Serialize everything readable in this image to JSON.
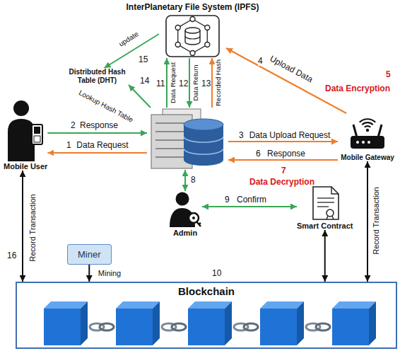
{
  "diagram": {
    "nodes": [
      {
        "text": [
          "InterPlanetary File System (IPFS)"
        ]
      },
      {
        "text": [
          "Distributed Hash Table (DHT)"
        ]
      },
      {
        "text": [
          "Mobile User"
        ]
      },
      {
        "text": [
          "7",
          "Data Decryption"
        ]
      },
      {
        "text": [
          "5",
          "Data Encryption",
          "Mobile Gateway"
        ]
      },
      {
        "text": [
          "Admin"
        ]
      },
      {
        "text": [
          "Smart Contract"
        ]
      },
      {
        "text": [
          "Miner"
        ]
      },
      {
        "text": [
          "Blockchain"
        ]
      }
    ],
    "edges": [
      {
        "from": 3,
        "to": 2,
        "label": "Data Request",
        "arrow": "to"
      },
      {
        "from": 2,
        "to": 3,
        "label": "Response",
        "arrow": "to"
      },
      {
        "from": 3,
        "to": 4,
        "label": "Data Upload Request",
        "arrow": "to"
      },
      {
        "from": 4,
        "to": 0,
        "label": "Upload Data",
        "arrow": "to"
      },
      {
        "from": 4,
        "to": 3,
        "label": "Response",
        "arrow": "to"
      },
      {
        "from": 3,
        "to": 0,
        "label": "Data Request",
        "arrow": "to"
      },
      {
        "from": 0,
        "to": 3,
        "label": "Data Return",
        "arrow": "to"
      },
      {
        "from": 3,
        "to": 0,
        "label": "Recorded Hash",
        "arrow": "to"
      },
      {
        "from": 3,
        "to": 1,
        "label": "Lookup Hash Table",
        "arrow": "to"
      },
      {
        "from": 0,
        "to": 1,
        "label": "update",
        "arrow": "to"
      },
      {
        "from": 3,
        "to": 5,
        "arrow": "both"
      },
      {
        "from": 5,
        "to": 6,
        "label": "Confirm",
        "arrow": "both"
      },
      {
        "from": 6,
        "to": 8,
        "arrow": "both"
      },
      {
        "from": 4,
        "to": 8,
        "label": "Record Transaction",
        "arrow": "both"
      },
      {
        "from": 2,
        "to": 8,
        "label": "Record Transaction",
        "arrow": "both"
      },
      {
        "from": 7,
        "to": 8,
        "label": "Mining",
        "arrow": "to"
      }
    ],
    "labels": [
      "1",
      "2",
      "3",
      "4",
      "6",
      "8",
      "9",
      "10",
      "11",
      "12",
      "13",
      "14",
      "15",
      "16"
    ]
  }
}
